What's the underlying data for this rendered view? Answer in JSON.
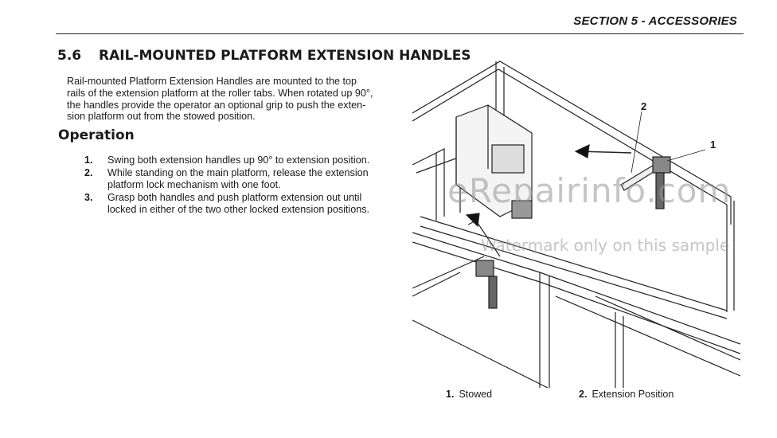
{
  "header": {
    "section": "SECTION 5 - ACCESSORIES"
  },
  "section": {
    "number": "5.6",
    "title": "RAIL-MOUNTED PLATFORM EXTENSION HANDLES"
  },
  "intro": [
    "Rail-mounted Platform Extension Handles are mounted to the top",
    "rails of the extension platform at the roller tabs. When rotated up 90°,",
    "the handles provide the operator an optional grip to push the exten-",
    "sion platform out from the stowed position."
  ],
  "operation": {
    "heading": "Operation",
    "steps": [
      {
        "num": "1.",
        "lines": [
          "Swing both extension handles up 90° to extension position."
        ]
      },
      {
        "num": "2.",
        "lines": [
          "While standing on the main platform, release the extension",
          "platform lock mechanism with one foot."
        ]
      },
      {
        "num": "3.",
        "lines": [
          "Grasp both handles and push platform extension out until",
          "locked in either of the two other locked extension positions."
        ]
      }
    ]
  },
  "figure": {
    "callouts": [
      "2",
      "1"
    ],
    "captions": [
      {
        "num": "1.",
        "label": "Stowed"
      },
      {
        "num": "2.",
        "label": "Extension Position"
      }
    ]
  },
  "watermark": {
    "site": "eRepairinfo.com",
    "note": "Watermark only on this sample"
  }
}
